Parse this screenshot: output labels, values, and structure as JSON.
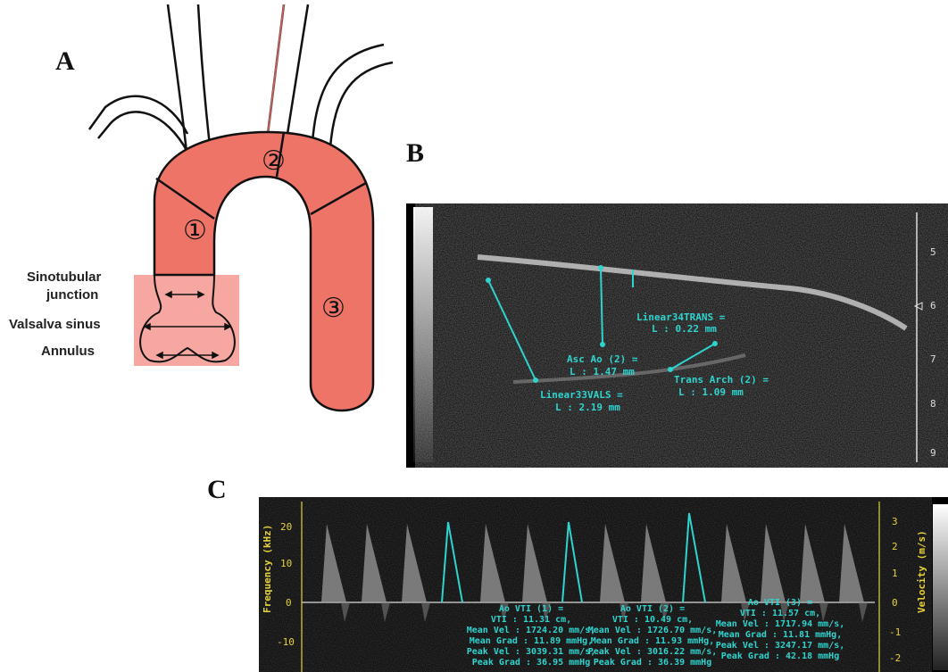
{
  "panels": {
    "a": "A",
    "b": "B",
    "c": "C"
  },
  "anatomy": {
    "segments": [
      "①",
      "②",
      "③"
    ],
    "labels": {
      "stj_line1": "Sinotubular",
      "stj_line2": "junction",
      "valsalva": "Valsalva sinus",
      "annulus": "Annulus"
    },
    "colors": {
      "aorta": "#ef7468",
      "root_box": "#f6a7a1",
      "outline": "#111111"
    }
  },
  "ultrasound": {
    "measurements": [
      {
        "label": "Linear34TRANS =",
        "value": "L : 0.22 mm"
      },
      {
        "label": "Asc Ao (2) =",
        "value": "L : 1.47 mm"
      },
      {
        "label": "Trans Arch (2) =",
        "value": "L : 1.09 mm"
      },
      {
        "label": "Linear33VALS =",
        "value": "L : 2.19 mm"
      }
    ],
    "depth_ticks": [
      "5",
      "6",
      "7",
      "8",
      "9"
    ],
    "colors": {
      "measure": "#2fd4cf"
    }
  },
  "doppler": {
    "left_axis": {
      "label": "Frequency (kHz)",
      "ticks": [
        "20",
        "10",
        "0",
        "-10"
      ]
    },
    "right_axis": {
      "label": "Velocity (m/s)",
      "ticks": [
        "3",
        "2",
        "1",
        "0",
        "-1",
        "-2"
      ]
    },
    "vti": [
      {
        "title": "Ao VTI (1) =",
        "lines": [
          "VTI : 11.31 cm,",
          "Mean Vel : 1724.20 mm/s,",
          "Mean Grad : 11.89 mmHg,",
          "Peak Vel : 3039.31 mm/s,",
          "Peak Grad : 36.95 mmHg"
        ]
      },
      {
        "title": "Ao VTI (2) =",
        "lines": [
          "VTI : 10.49 cm,",
          "Mean Vel : 1726.70 mm/s,",
          "Mean Grad : 11.93 mmHg,",
          "Peak Vel : 3016.22 mm/s,",
          "Peak Grad : 36.39 mmHg"
        ]
      },
      {
        "title": "Ao VTI (3) =",
        "lines": [
          "VTI : 11.57 cm,",
          "Mean Vel : 1717.94 mm/s,",
          "Mean Grad : 11.81 mmHg,",
          "Peak Vel : 3247.17 mm/s,",
          "Peak Grad : 42.18 mmHg"
        ]
      }
    ],
    "colors": {
      "axis": "#e6d23a",
      "trace": "#2fd4cf"
    }
  }
}
